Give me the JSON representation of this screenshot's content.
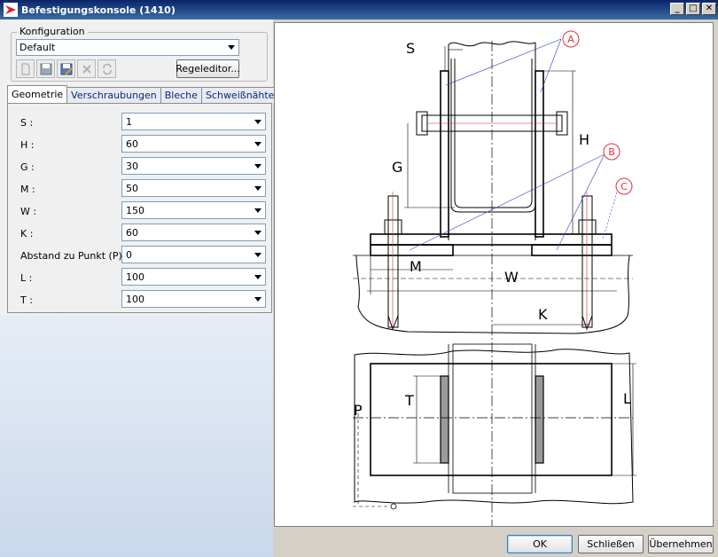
{
  "window": {
    "title": "Befestigungskonsole (1410)"
  },
  "config": {
    "legend": "Konfiguration",
    "selected": "Default",
    "rule_editor_label": "Regeleditor..."
  },
  "tabs": [
    {
      "label": "Geometrie",
      "active": true
    },
    {
      "label": "Verschraubungen"
    },
    {
      "label": "Bleche"
    },
    {
      "label": "Schweißnähte"
    }
  ],
  "params": [
    {
      "label": "S :",
      "value": "1"
    },
    {
      "label": "H :",
      "value": "60"
    },
    {
      "label": "G :",
      "value": "30"
    },
    {
      "label": "M :",
      "value": "50"
    },
    {
      "label": "W :",
      "value": "150"
    },
    {
      "label": "K :",
      "value": "60"
    },
    {
      "label": "Abstand zu Punkt (P) :",
      "value": "0"
    },
    {
      "label": "L :",
      "value": "100"
    },
    {
      "label": "T :",
      "value": "100"
    }
  ],
  "drawing": {
    "labels": {
      "S": "S",
      "H": "H",
      "G": "G",
      "M": "M",
      "W": "W",
      "K": "K",
      "P": "P",
      "T": "T",
      "L": "L"
    },
    "markers": {
      "A": "A",
      "B": "B",
      "C": "C"
    }
  },
  "buttons": {
    "ok": "OK",
    "close": "Schließen",
    "apply": "Übernehmen"
  },
  "colors": {
    "title_bar": "#0a246a",
    "marker": "#e0303a",
    "leader": "#3040c0",
    "dimension": "#000000"
  }
}
